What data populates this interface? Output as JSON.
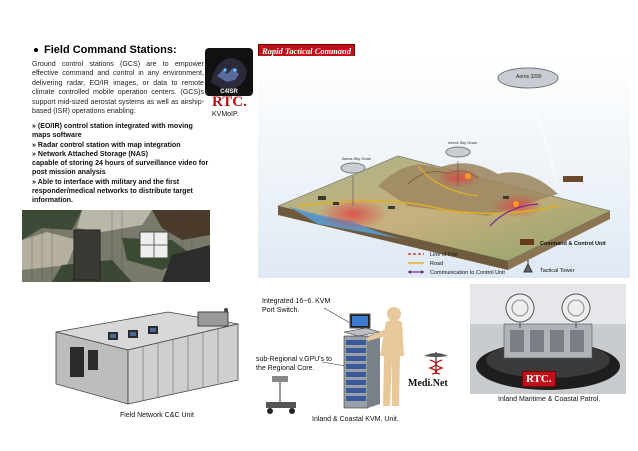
{
  "left": {
    "heading": "Field Command Stations:",
    "intro": "Ground control stations (GCS) are to empower effective command and control in any environment, delivering radar, EO/IR images, or data to remote climate controlled mobile operation centers.  (GCS)s support mid-sized aerostat systems as well as airship-based (ISR) operations enabling:",
    "bullets": [
      "» (EO/IR) control station integrated with moving maps software",
      "» Radar control station with map integration",
      "» Network Attached Storage (NAS)",
      "capable of storing 24 hours of surveillance video for post mission analysis",
      "» Able to interface with military and the first responder/medical networks to distribute target information."
    ]
  },
  "logo": {
    "badge": "C4ISR",
    "name": "RTC.",
    "sub": "KVMoIP."
  },
  "diagram": {
    "title": "Rapid Tactical Command",
    "aerostat_large": "Aeros 3290",
    "aerostat_small_a": "Aeros Sky Grow",
    "aerostat_small_b": "Aeros Sky Grow",
    "legend": {
      "fire": "Line of Fire",
      "road": "Road",
      "comm": "Communication to Control Unit",
      "ccu": "Command & Control Unit",
      "tower": "Tactical Tower"
    },
    "colors": {
      "fire": "#d62020",
      "road": "#e0b020",
      "comm": "#6a2c8e"
    }
  },
  "bottom": {
    "left_caption": "Field Network C&C Unit",
    "kvm_label": "Integrated 16~6. KVM Port Switch.",
    "gpu_label": "sub-Regional v.GPU's to the Regional Core.",
    "center_caption": "Inland & Coastal KVM. Unit.",
    "medinet": "Medi.Net",
    "right_badge": "RTC.",
    "right_caption": "Inland Maritime & Coastal Patrol."
  }
}
